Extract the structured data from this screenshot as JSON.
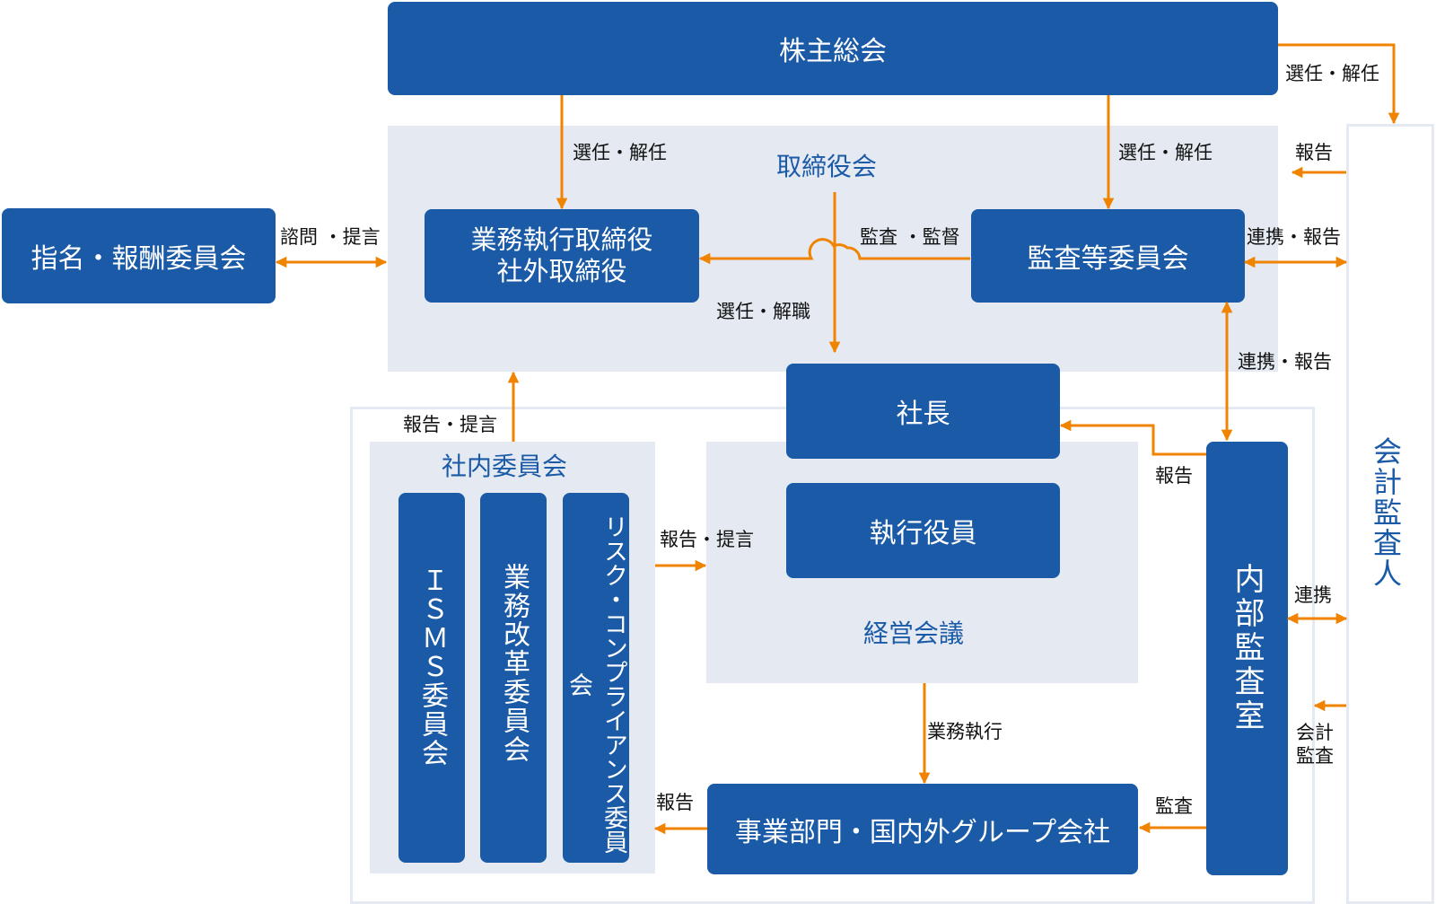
{
  "colors": {
    "box": "#1a5aa6",
    "panel": "#e4e9f2",
    "arrow": "#f08300",
    "label": "#111111"
  },
  "nodes": {
    "shareholders_meeting": "株主総会",
    "board_of_directors": "取締役会",
    "directors": [
      "業務執行取締役",
      "社外取締役"
    ],
    "audit_committee": "監査等委員会",
    "nomination_committee": "指名・報酬委員会",
    "president": "社長",
    "executive_officers": "執行役員",
    "management_meeting": "経営会議",
    "internal_committees": "社内委員会",
    "committees": [
      "ＩＳＭＳ委員会",
      "業務改革委員会",
      "リスク・コンプライアンス委員会"
    ],
    "business_units": "事業部門・国内外グループ会社",
    "internal_audit": "内部監査室",
    "accounting_auditor": "会計監査人"
  },
  "labels": {
    "gm_to_directors": "選任・解任",
    "gm_to_audit_committee": "選任・解任",
    "gm_to_auditor": "選任・解任",
    "auditor_report_board": "報告",
    "consult_propose": "諮問 ・提言",
    "audit_supervise": "監査 ・監督",
    "appoint_dismiss_president": "選任・解職",
    "audit_committee_auditor": "連携・報告",
    "audit_committee_internal": "連携・報告",
    "committees_to_board": "報告・提言",
    "committees_to_management": "報告・提言",
    "internal_to_president": "報告",
    "business_execution": "業務執行",
    "business_report": "報告",
    "internal_audit_business": "監査",
    "internal_auditor_link": "連携",
    "accounting_audit": [
      "会計",
      "監査"
    ]
  }
}
